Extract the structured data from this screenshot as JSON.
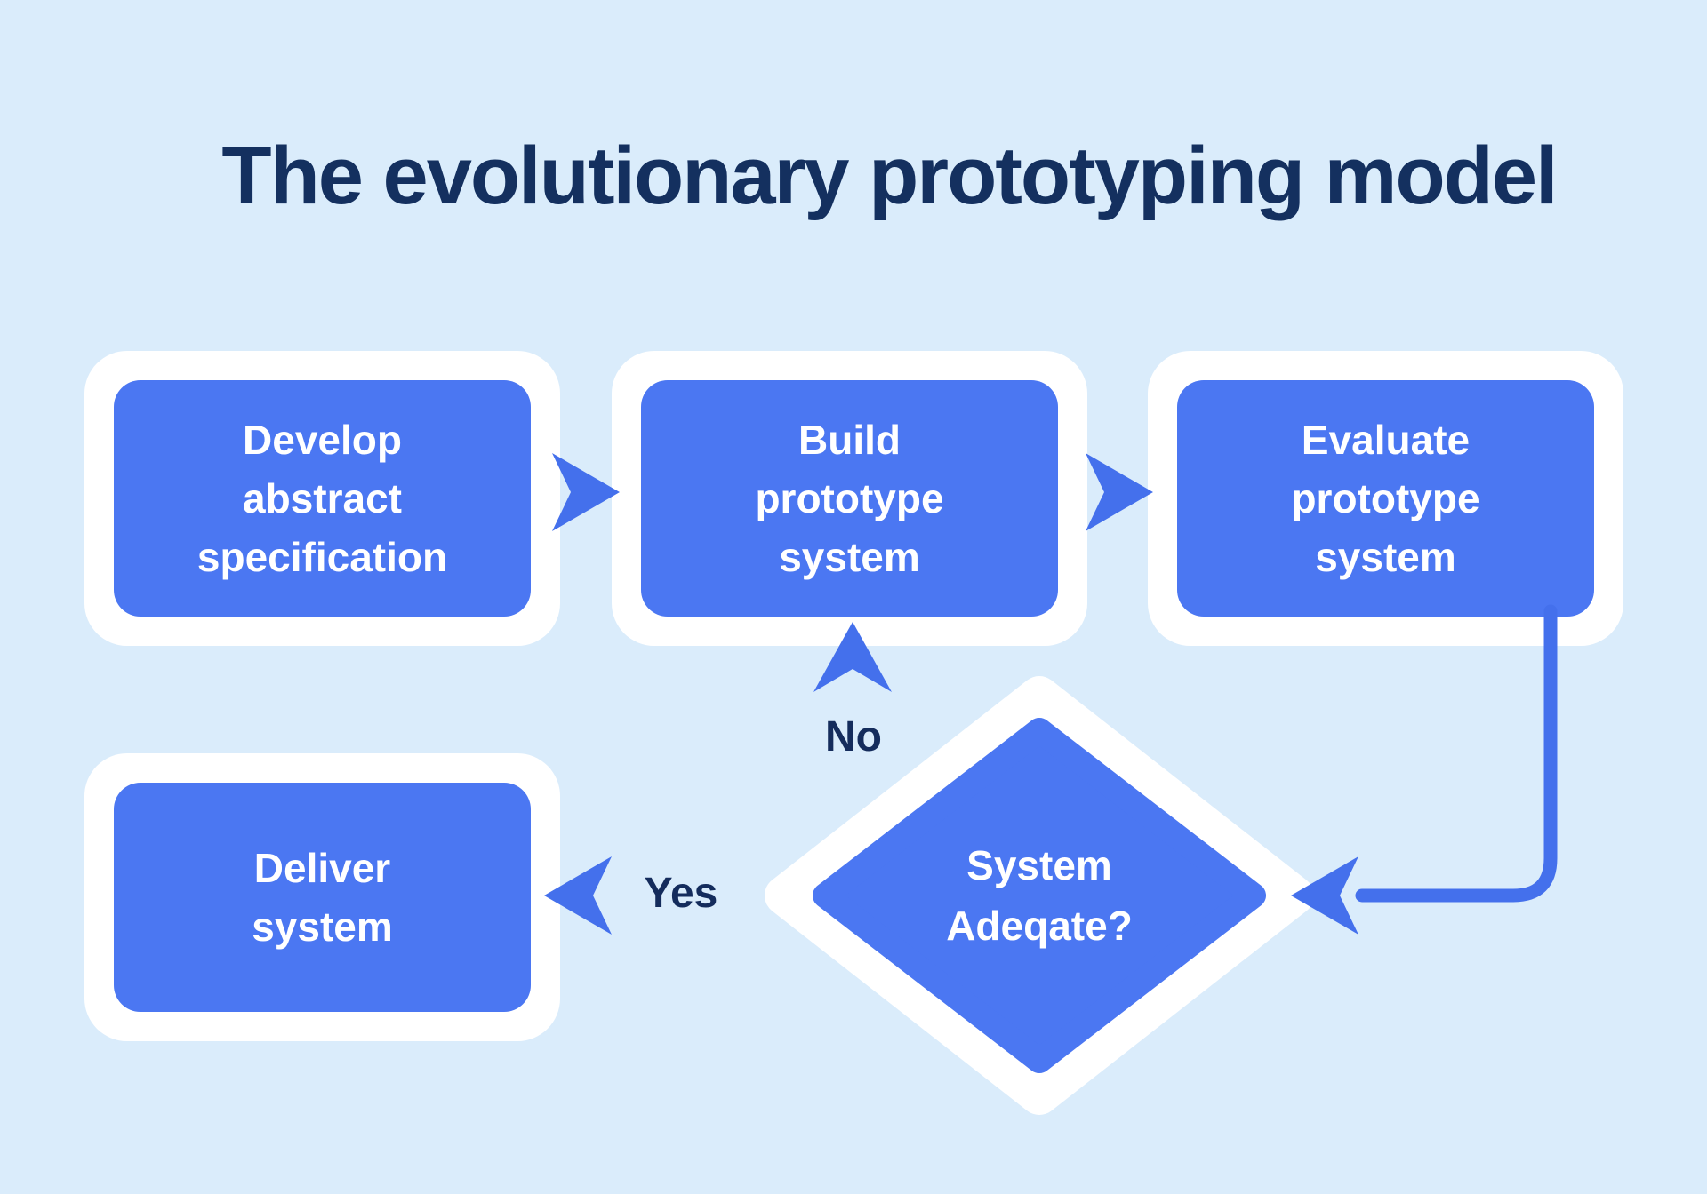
{
  "title": "The evolutionary prototyping model",
  "colors": {
    "background": "#DAECFB",
    "node_container": "#FFFFFF",
    "node_fill": "#4B77F2",
    "connector": "#4470EC",
    "title_text": "#14305F",
    "edge_label_text": "#142C5C",
    "node_text": "#FFFFFF"
  },
  "nodes": {
    "develop": {
      "type": "process",
      "lines": [
        "Develop",
        "abstract",
        "specification"
      ]
    },
    "build": {
      "type": "process",
      "lines": [
        "Build",
        "prototype",
        "system"
      ]
    },
    "evaluate": {
      "type": "process",
      "lines": [
        "Evaluate",
        "prototype",
        "system"
      ]
    },
    "decision": {
      "type": "decision",
      "lines": [
        "System",
        "Adeqate?"
      ]
    },
    "deliver": {
      "type": "process",
      "lines": [
        "Deliver",
        "system"
      ]
    }
  },
  "labels": {
    "no": "No",
    "yes": "Yes"
  },
  "edges": [
    {
      "from": "develop",
      "to": "build",
      "label": ""
    },
    {
      "from": "build",
      "to": "evaluate",
      "label": ""
    },
    {
      "from": "evaluate",
      "to": "decision",
      "label": ""
    },
    {
      "from": "decision",
      "to": "build",
      "label": "No"
    },
    {
      "from": "decision",
      "to": "deliver",
      "label": "Yes"
    }
  ]
}
